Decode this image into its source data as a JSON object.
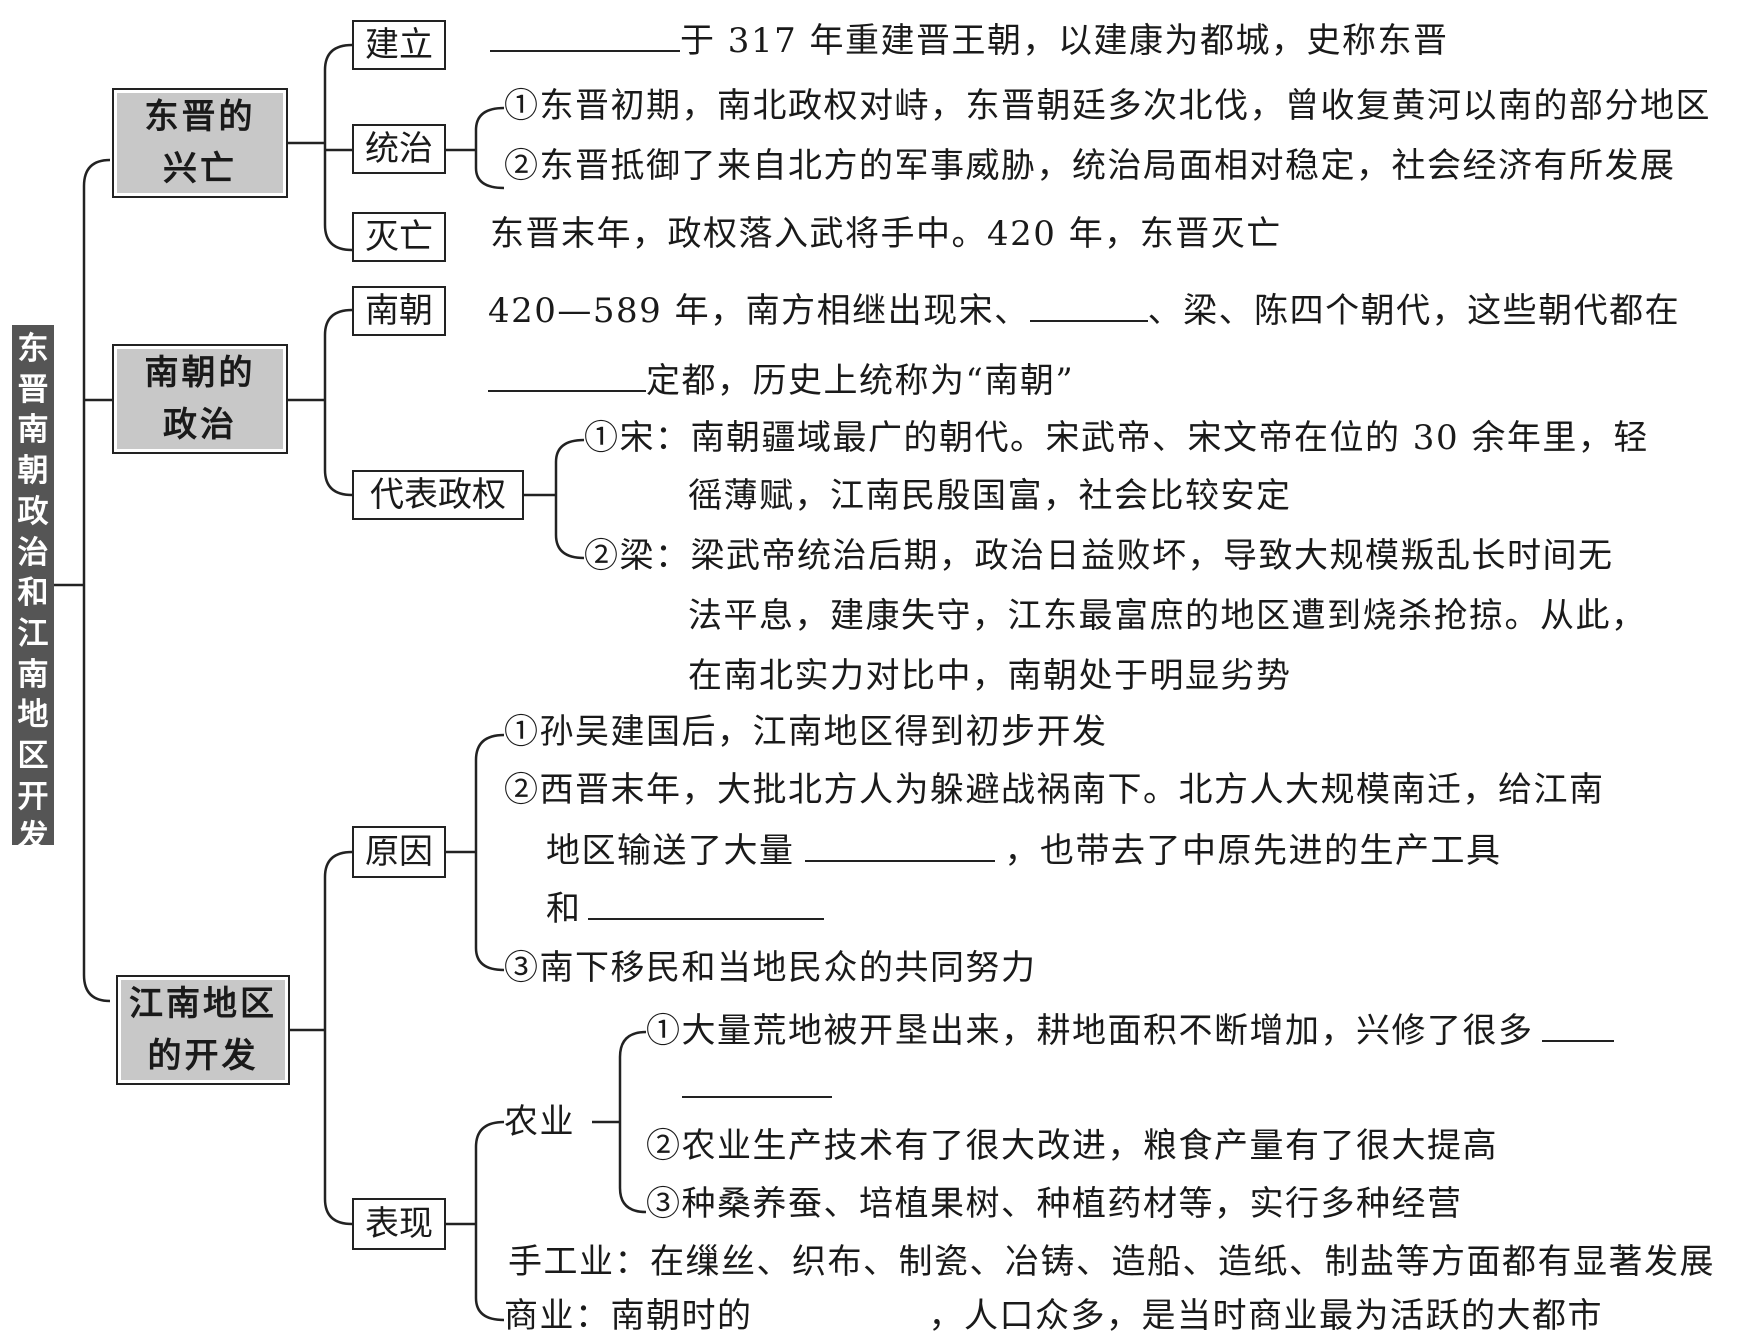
{
  "root": {
    "title": [
      "东",
      "晋",
      "南",
      "朝",
      "政",
      "治",
      "和",
      "江",
      "南",
      "地",
      "区",
      "开",
      "发"
    ]
  },
  "sections": {
    "dongjin": {
      "title_line1": "东晋的",
      "title_line2": "兴亡",
      "jianli": {
        "label": "建立",
        "text": "于 317 年重建晋王朝，以建康为都城，史称东晋"
      },
      "tongzhi": {
        "label": "统治",
        "item1": "①东晋初期，南北政权对峙，东晋朝廷多次北伐，曾收复黄河以南的部分地区",
        "item2": "②东晋抵御了来自北方的军事威胁，统治局面相对稳定，社会经济有所发展"
      },
      "miewang": {
        "label": "灭亡",
        "text": "东晋末年，政权落入武将手中。420 年，东晋灭亡"
      }
    },
    "nanchao": {
      "title_line1": "南朝的",
      "title_line2": "政治",
      "nanchao_label": "南朝",
      "line1_a": "420—589 年，南方相继出现宋、",
      "line1_b": "、梁、陈四个朝代，这些朝代都在",
      "line2": "定都，历史上统称为“南朝”",
      "daibiao": {
        "label": "代表政权",
        "song_line1": "①宋：南朝疆域最广的朝代。宋武帝、宋文帝在位的 30 余年里，轻",
        "song_line2": "徭薄赋，江南民殷国富，社会比较安定",
        "liang_line1": "②梁：梁武帝统治后期，政治日益败坏，导致大规模叛乱长时间无",
        "liang_line2": "法平息，建康失守，江东最富庶的地区遭到烧杀抢掠。从此，",
        "liang_line3": "在南北实力对比中，南朝处于明显劣势"
      }
    },
    "jiangnan": {
      "title_line1": "江南地区",
      "title_line2": "的开发",
      "yuanyin": {
        "label": "原因",
        "item1": "①孙吴建国后，江南地区得到初步开发",
        "item2_line1": "②西晋末年，大批北方人为躲避战祸南下。北方人大规模南迁，给江南",
        "item2_line2_a": "地区输送了大量",
        "item2_line2_b": "，也带去了中原先进的生产工具",
        "item2_line3": "和",
        "item3": "③南下移民和当地民众的共同努力"
      },
      "biaoxian": {
        "label": "表现",
        "nongye": {
          "label": "农业",
          "item1": "①大量荒地被开垦出来，耕地面积不断增加，兴修了很多",
          "item2": "②农业生产技术有了很大改进，粮食产量有了很大提高",
          "item3": "③种桑养蚕、培植果树、种植药材等，实行多种经营"
        },
        "shougongye": "手工业：在缫丝、织布、制瓷、冶铸、造船、造纸、制盐等方面都有显著发展",
        "shangye_a": "商业：南朝时的",
        "shangye_b": "，人口众多，是当时商业最为活跃的大都市"
      }
    }
  }
}
